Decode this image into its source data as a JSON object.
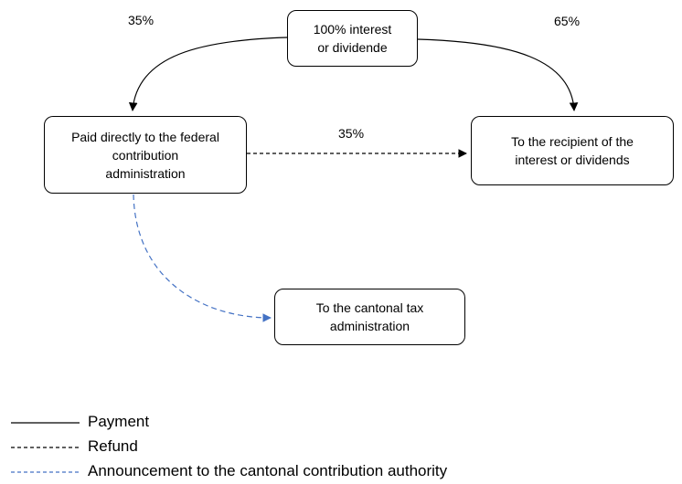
{
  "nodes": {
    "source": "100% interest\nor dividende",
    "federal": "Paid directly to the federal\ncontribution\nadministration",
    "recipient": "To the recipient of the\ninterest or dividends",
    "cantonal": "To the cantonal tax\nadministration"
  },
  "edge_labels": {
    "to_federal": "35%",
    "to_recipient": "65%",
    "refund": "35%"
  },
  "legend": {
    "payment": "Payment",
    "refund": "Refund",
    "announcement": "Announcement to the cantonal contribution authority"
  },
  "colors": {
    "payment": "#000000",
    "refund": "#000000",
    "announcement": "#4472C4"
  }
}
